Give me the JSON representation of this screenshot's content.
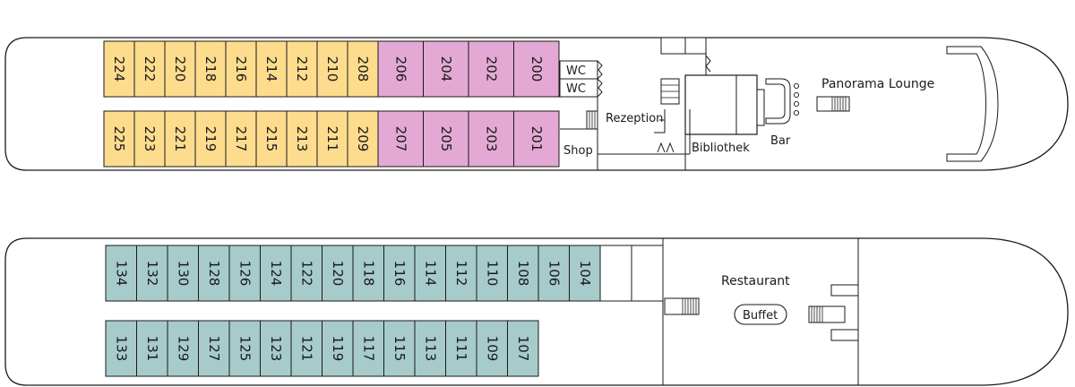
{
  "colors": {
    "suite_yellow": "#fddc8e",
    "suite_pink": "#e3a9d4",
    "cabin_teal": "#a7cbcb",
    "outline": "#1a1a1a",
    "hull": "#ffffff"
  },
  "upper_deck": {
    "top_row_yellow": [
      "224",
      "222",
      "220",
      "218",
      "216",
      "214",
      "212",
      "210",
      "208"
    ],
    "top_row_pink": [
      "206",
      "204",
      "202",
      "200"
    ],
    "bottom_row_yellow": [
      "225",
      "223",
      "221",
      "219",
      "217",
      "215",
      "213",
      "211",
      "209"
    ],
    "bottom_row_pink": [
      "207",
      "205",
      "203",
      "201"
    ],
    "labels": {
      "wc_1": "WC",
      "wc_2": "WC",
      "shop": "Shop",
      "reception": "Rezeption",
      "library": "Bibliothek",
      "bar": "Bar",
      "lounge": "Panorama Lounge"
    }
  },
  "lower_deck": {
    "top_row": [
      "134",
      "132",
      "130",
      "128",
      "126",
      "124",
      "122",
      "120",
      "118",
      "116",
      "114",
      "112",
      "110",
      "108",
      "106",
      "104"
    ],
    "bottom_row": [
      "133",
      "131",
      "129",
      "127",
      "125",
      "123",
      "121",
      "119",
      "117",
      "115",
      "113",
      "111",
      "109",
      "107"
    ],
    "labels": {
      "restaurant": "Restaurant",
      "buffet": "Buffet"
    }
  }
}
